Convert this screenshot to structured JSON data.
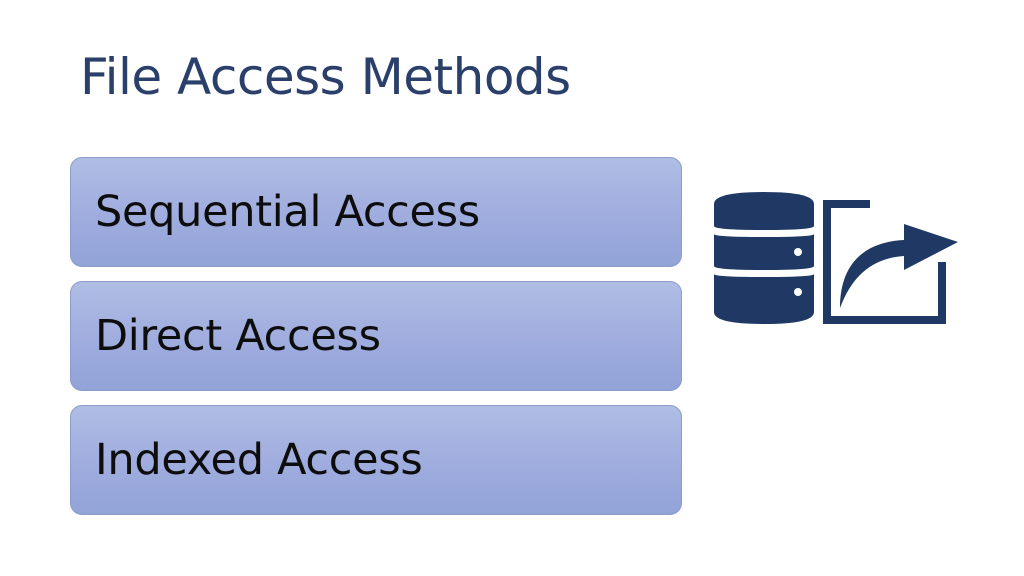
{
  "slide": {
    "title": "File Access Methods",
    "methods": [
      {
        "label": "Sequential Access"
      },
      {
        "label": "Direct Access"
      },
      {
        "label": "Indexed Access"
      }
    ]
  },
  "icons": {
    "database": "database-icon",
    "export": "share-export-icon"
  },
  "colors": {
    "title": "#2a3f6a",
    "box_fill": "#a2b0df",
    "box_border": "#8b9cc8",
    "icon": "#1f3864"
  }
}
